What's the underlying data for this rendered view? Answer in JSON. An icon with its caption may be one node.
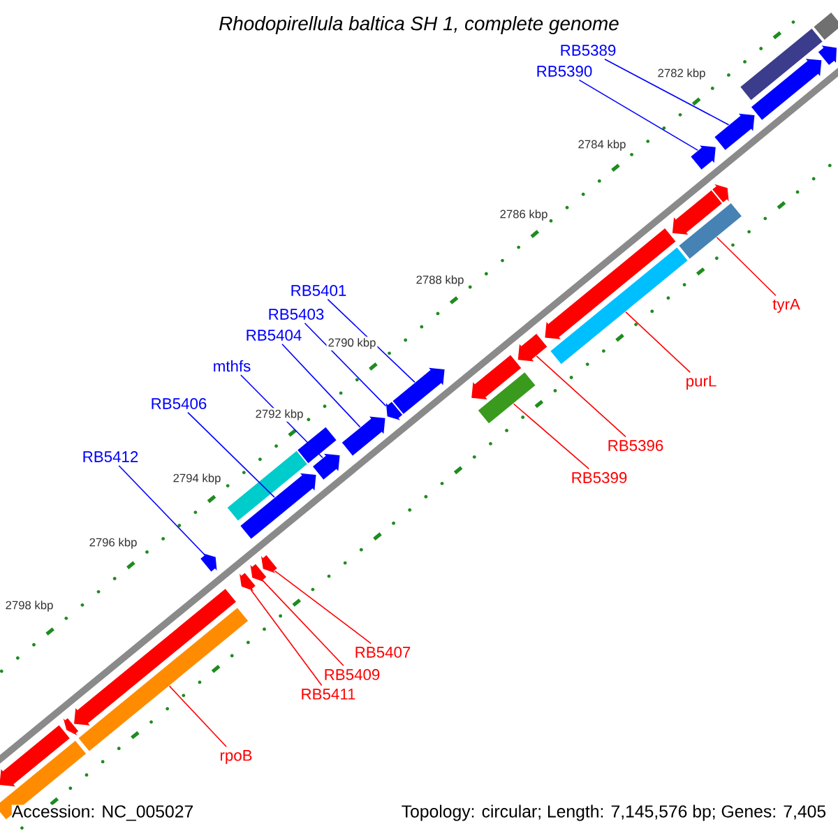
{
  "diagram": {
    "title": "*Rhodopirellula baltica SH 1, complete genome*",
    "nodes": [
      {
        "text": [
          "RB5389"
        ]
      },
      {
        "text": [
          "RB5390"
        ]
      },
      {
        "text": [
          "tyrA"
        ]
      },
      {
        "text": [
          "RB5401"
        ]
      },
      {
        "text": [
          "RB5403"
        ]
      },
      {
        "text": [
          "RB5404"
        ]
      },
      {
        "text": [
          "purL"
        ]
      },
      {
        "text": [
          "mthfs"
        ]
      },
      {
        "text": [
          "RB5406"
        ]
      },
      {
        "text": [
          "RB5396"
        ]
      },
      {
        "text": [
          "RB5412"
        ]
      },
      {
        "text": [
          "RB5399"
        ]
      },
      {
        "text": [
          "RB5407"
        ]
      },
      {
        "text": [
          "RB5409"
        ]
      },
      {
        "text": [
          "RB5411"
        ]
      },
      {
        "text": [
          "rpoB"
        ]
      },
      {
        "text": [],
        "shape": "arrow"
      },
      {
        "text": [],
        "shape": "arrow"
      },
      {
        "text": [],
        "shape": "bar"
      },
      {
        "text": [],
        "shape": "arrow"
      },
      {
        "text": [],
        "shape": "arrow"
      },
      {
        "text": [],
        "shape": "arrow"
      },
      {
        "text": [],
        "shape": "bar"
      },
      {
        "text": [],
        "shape": "arrow"
      },
      {
        "text": [],
        "shape": "arrow"
      },
      {
        "text": [],
        "shape": "arrow"
      },
      {
        "text": [],
        "shape": "arrow"
      },
      {
        "text": [],
        "shape": "bar"
      },
      {
        "text": [],
        "shape": "arrow"
      },
      {
        "text": [],
        "shape": "arrow"
      },
      {
        "text": [],
        "shape": "arrow"
      },
      {
        "text": [],
        "shape": "bar"
      },
      {
        "text": [],
        "shape": "arrow"
      },
      {
        "text": [],
        "shape": "arrow"
      },
      {
        "text": [],
        "shape": "bar"
      },
      {
        "text": [],
        "shape": "bar"
      },
      {
        "text": [],
        "shape": "bar"
      },
      {
        "text": [],
        "shape": "bar"
      },
      {
        "text": [],
        "shape": "arrow"
      },
      {
        "text": [],
        "shape": "arrow"
      },
      {
        "text": [],
        "shape": "arrow"
      },
      {
        "text": [],
        "shape": "arrow"
      },
      {
        "text": [],
        "shape": "arrow"
      },
      {
        "text": [],
        "shape": "arrow"
      },
      {
        "text": [],
        "shape": "arrow"
      },
      {
        "text": [],
        "shape": "bar"
      }
    ],
    "edges": [
      {
        "from": 0,
        "to": 16,
        "arrow": "none",
        "color": "#0000ff"
      },
      {
        "from": 1,
        "to": 17,
        "arrow": "none",
        "color": "#0000ff"
      },
      {
        "from": 2,
        "to": 18,
        "arrow": "none",
        "color": "#ff0000"
      },
      {
        "from": 3,
        "to": 19,
        "arrow": "none",
        "color": "#0000ff"
      },
      {
        "from": 4,
        "to": 20,
        "arrow": "none",
        "color": "#0000ff"
      },
      {
        "from": 5,
        "to": 21,
        "arrow": "none",
        "color": "#0000ff"
      },
      {
        "from": 6,
        "to": 22,
        "arrow": "none",
        "color": "#ff0000"
      },
      {
        "from": 7,
        "to": 23,
        "arrow": "none",
        "color": "#0000ff"
      },
      {
        "from": 8,
        "to": 24,
        "arrow": "none",
        "color": "#0000ff"
      },
      {
        "from": 9,
        "to": 25,
        "arrow": "none",
        "color": "#ff0000"
      },
      {
        "from": 10,
        "to": 26,
        "arrow": "none",
        "color": "#0000ff"
      },
      {
        "from": 11,
        "to": 27,
        "arrow": "none",
        "color": "#ff0000"
      },
      {
        "from": 12,
        "to": 28,
        "arrow": "none",
        "color": "#ff0000"
      },
      {
        "from": 13,
        "to": 29,
        "arrow": "none",
        "color": "#ff0000"
      },
      {
        "from": 14,
        "to": 30,
        "arrow": "none",
        "color": "#ff0000"
      },
      {
        "from": 15,
        "to": 31,
        "arrow": "none",
        "color": "#ff0000"
      }
    ],
    "labels": [
      "2782 kbp",
      "2784 kbp",
      "2786 kbp",
      "2788 kbp",
      "2790 kbp",
      "2792 kbp",
      "2794 kbp",
      "2796 kbp",
      "2798 kbp",
      "Accession: NC_005027",
      "Topology: circular; Length: 7,145,576 bp; Genes: 7,405"
    ]
  }
}
